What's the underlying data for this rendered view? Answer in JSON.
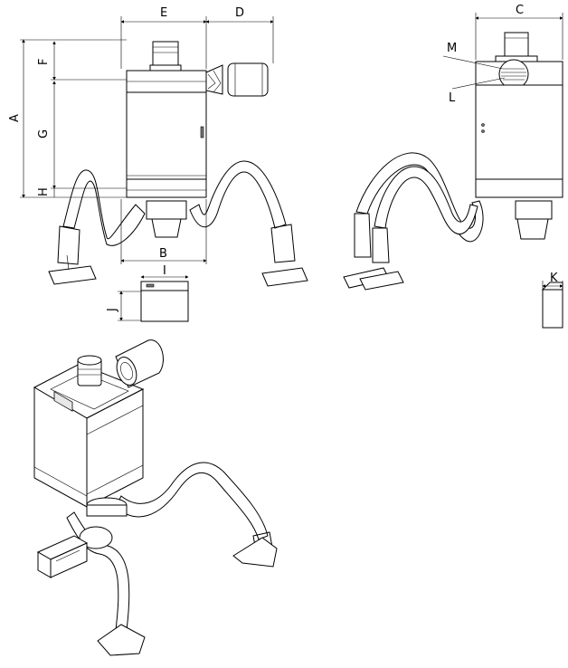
{
  "labels": {
    "A": "A",
    "B": "B",
    "C": "C",
    "D": "D",
    "E": "E",
    "F": "F",
    "G": "G",
    "H": "H",
    "I": "I",
    "J": "J",
    "K": "K",
    "L": "L",
    "M": "M"
  }
}
